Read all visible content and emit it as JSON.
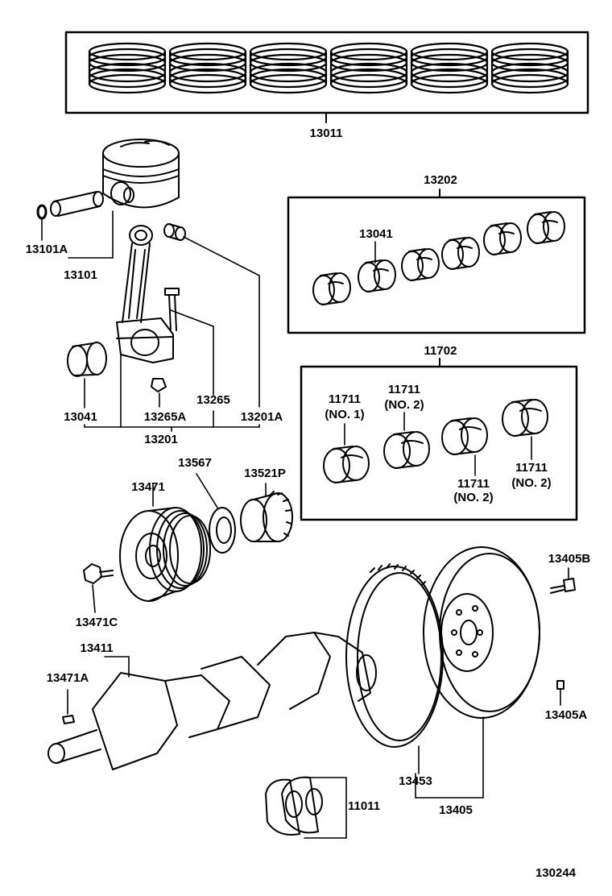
{
  "diagram_id": "130244",
  "parts": {
    "piston_ring_set": "13011",
    "piston_pin_snap_ring": "13101A",
    "piston_subassembly": "13101",
    "conrod_bearing_set_box": "13202",
    "conrod_bearing_in_box": "13041",
    "conrod_bearing_loose": "13041",
    "conrod_bolt": "13265",
    "conrod_nut": "13265A",
    "conrod_bushing": "13201A",
    "conrod_subassembly": "13201",
    "main_bearing_set": "11702",
    "main_bearing_no1_number": "11711",
    "main_bearing_no1_note": "(NO. 1)",
    "main_bearing_no2a_number": "11711",
    "main_bearing_no2a_note": "(NO. 2)",
    "main_bearing_no2b_number": "11711",
    "main_bearing_no2b_note": "(NO. 2)",
    "main_bearing_no2c_number": "11711",
    "main_bearing_no2c_note": "(NO. 2)",
    "crank_pulley": "13471",
    "crank_washer": "13567",
    "crank_timing_gear": "13521P",
    "pulley_bolt": "13471C",
    "crankshaft": "13411",
    "crank_key": "13471A",
    "flywheel_bolt": "13405B",
    "flywheel_pin": "13405A",
    "ring_gear": "13453",
    "flywheel": "13405",
    "thrust_washer": "11011"
  }
}
